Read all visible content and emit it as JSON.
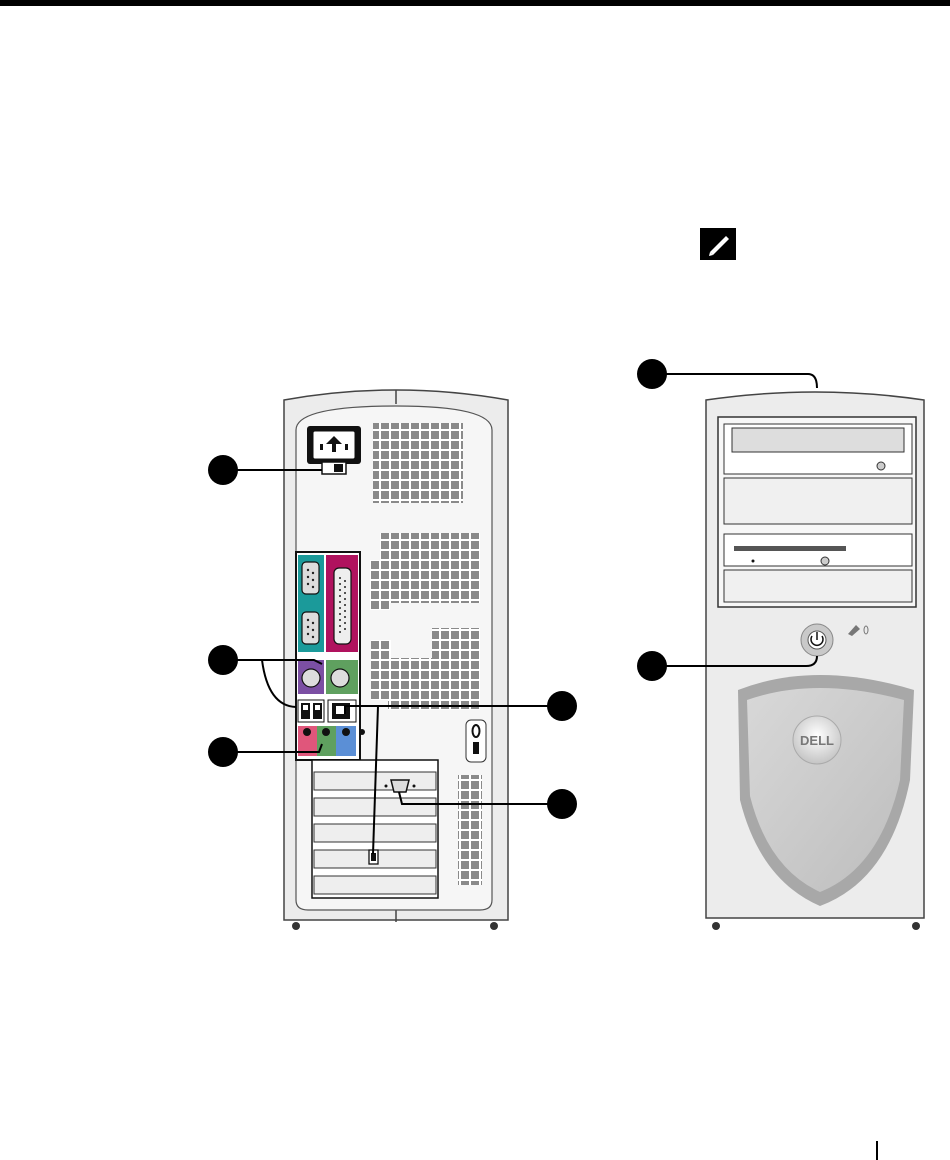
{
  "page": {
    "note_icon": "note-pencil-icon",
    "callouts": [
      {
        "id": "power-connector",
        "icon": "callout-dot"
      },
      {
        "id": "keyboard-mouse-usb",
        "icon": "callout-dot"
      },
      {
        "id": "audio",
        "icon": "callout-dot"
      },
      {
        "id": "network",
        "icon": "callout-dot"
      },
      {
        "id": "video",
        "icon": "callout-dot"
      },
      {
        "id": "top-cover",
        "icon": "callout-dot"
      },
      {
        "id": "power-button",
        "icon": "callout-dot"
      }
    ]
  },
  "front": {
    "logo_text": "DELL"
  },
  "colors": {
    "teal": "#1b9a9a",
    "magenta": "#b0125e",
    "purple": "#7b4fa3",
    "green": "#5fa05f",
    "pink": "#e0567b",
    "blue": "#5b8fd6",
    "case": "#e8e8e8"
  }
}
